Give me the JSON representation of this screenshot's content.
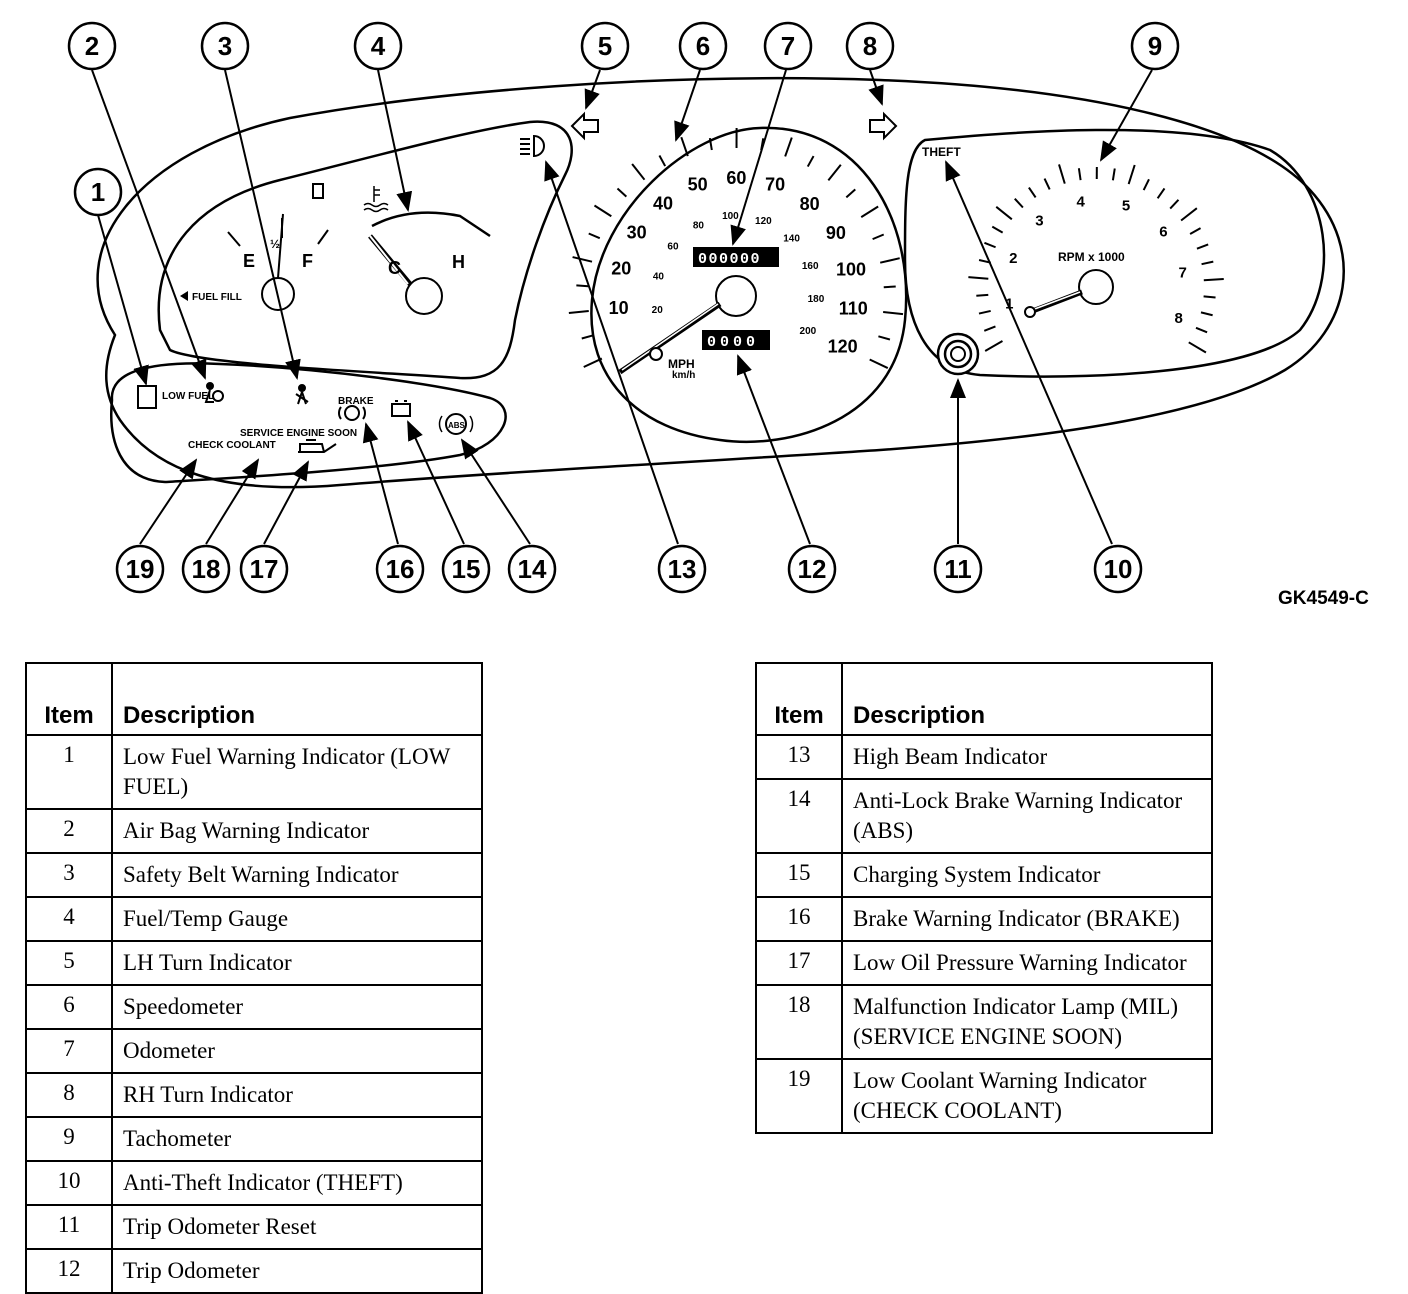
{
  "figure_id": "GK4549-C",
  "callout_numbers": [
    "1",
    "2",
    "3",
    "4",
    "5",
    "6",
    "7",
    "8",
    "9",
    "10",
    "11",
    "12",
    "13",
    "14",
    "15",
    "16",
    "17",
    "18",
    "19"
  ],
  "cluster_labels": {
    "fuel_gauge_e": "E",
    "fuel_gauge_half": "½",
    "fuel_gauge_f": "F",
    "temp_gauge_c": "C",
    "temp_gauge_h": "H",
    "fuel_fill": "FUEL FILL",
    "low_fuel": "LOW FUEL",
    "brake": "BRAKE",
    "abs": "ABS",
    "check_coolant": "CHECK COOLANT",
    "service_engine_soon": "SERVICE ENGINE SOON",
    "theft": "THEFT",
    "mph": "MPH",
    "kmh": "km/h",
    "rpm": "RPM x 1000",
    "speed_mph": [
      "10",
      "20",
      "30",
      "40",
      "50",
      "60",
      "70",
      "80",
      "90",
      "100",
      "110",
      "120"
    ],
    "speed_kmh": [
      "20",
      "40",
      "60",
      "80",
      "100",
      "120",
      "140",
      "160",
      "180",
      "200"
    ],
    "rpm_ticks": [
      "1",
      "2",
      "3",
      "4",
      "5",
      "6",
      "7",
      "8"
    ],
    "odometer": "000000",
    "trip_odometer": "0000"
  },
  "table_headers": {
    "item": "Item",
    "description": "Description"
  },
  "legend_left": [
    {
      "item": "1",
      "description": "Low Fuel Warning Indicator (LOW FUEL)"
    },
    {
      "item": "2",
      "description": "Air Bag Warning Indicator"
    },
    {
      "item": "3",
      "description": "Safety Belt Warning Indicator"
    },
    {
      "item": "4",
      "description": "Fuel/Temp Gauge"
    },
    {
      "item": "5",
      "description": "LH Turn Indicator"
    },
    {
      "item": "6",
      "description": "Speedometer"
    },
    {
      "item": "7",
      "description": "Odometer"
    },
    {
      "item": "8",
      "description": "RH Turn Indicator"
    },
    {
      "item": "9",
      "description": "Tachometer"
    },
    {
      "item": "10",
      "description": "Anti-Theft Indicator (THEFT)"
    },
    {
      "item": "11",
      "description": "Trip Odometer Reset"
    },
    {
      "item": "12",
      "description": "Trip Odometer"
    }
  ],
  "legend_right": [
    {
      "item": "13",
      "description": "High Beam Indicator"
    },
    {
      "item": "14",
      "description": "Anti-Lock Brake Warning Indicator (ABS)"
    },
    {
      "item": "15",
      "description": "Charging System Indicator"
    },
    {
      "item": "16",
      "description": "Brake Warning Indicator (BRAKE)"
    },
    {
      "item": "17",
      "description": "Low Oil Pressure Warning Indicator"
    },
    {
      "item": "18",
      "description": "Malfunction Indicator Lamp (MIL) (SERVICE ENGINE SOON)"
    },
    {
      "item": "19",
      "description": "Low Coolant Warning Indicator (CHECK COOLANT)"
    }
  ]
}
